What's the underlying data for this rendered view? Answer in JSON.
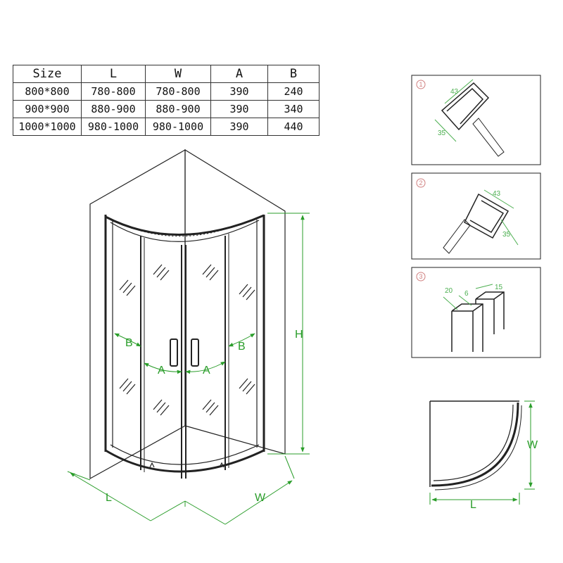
{
  "size_table": {
    "headers": [
      "Size",
      "L",
      "W",
      "A",
      "B"
    ],
    "rows": [
      [
        "800*800",
        "780-800",
        "780-800",
        "390",
        "240"
      ],
      [
        "900*900",
        "880-900",
        "880-900",
        "390",
        "340"
      ],
      [
        "1000*1000",
        "980-1000",
        "980-1000",
        "390",
        "440"
      ]
    ]
  },
  "main_view": {
    "height_label": "H",
    "length_label": "L",
    "width_label": "W",
    "door_label_a": "A",
    "door_label_b": "B"
  },
  "details": [
    {
      "number": "1",
      "dim_top": "43",
      "dim_side": "35"
    },
    {
      "number": "2",
      "dim_top": "43",
      "dim_side": "35"
    },
    {
      "number": "3",
      "dim_a": "20",
      "dim_b": "6",
      "dim_c": "15"
    }
  ],
  "plan_view": {
    "width_label": "W",
    "length_label": "L"
  },
  "colors": {
    "dimension": "#2a9d2a",
    "line": "#222222",
    "detail_number": "#d08080"
  }
}
